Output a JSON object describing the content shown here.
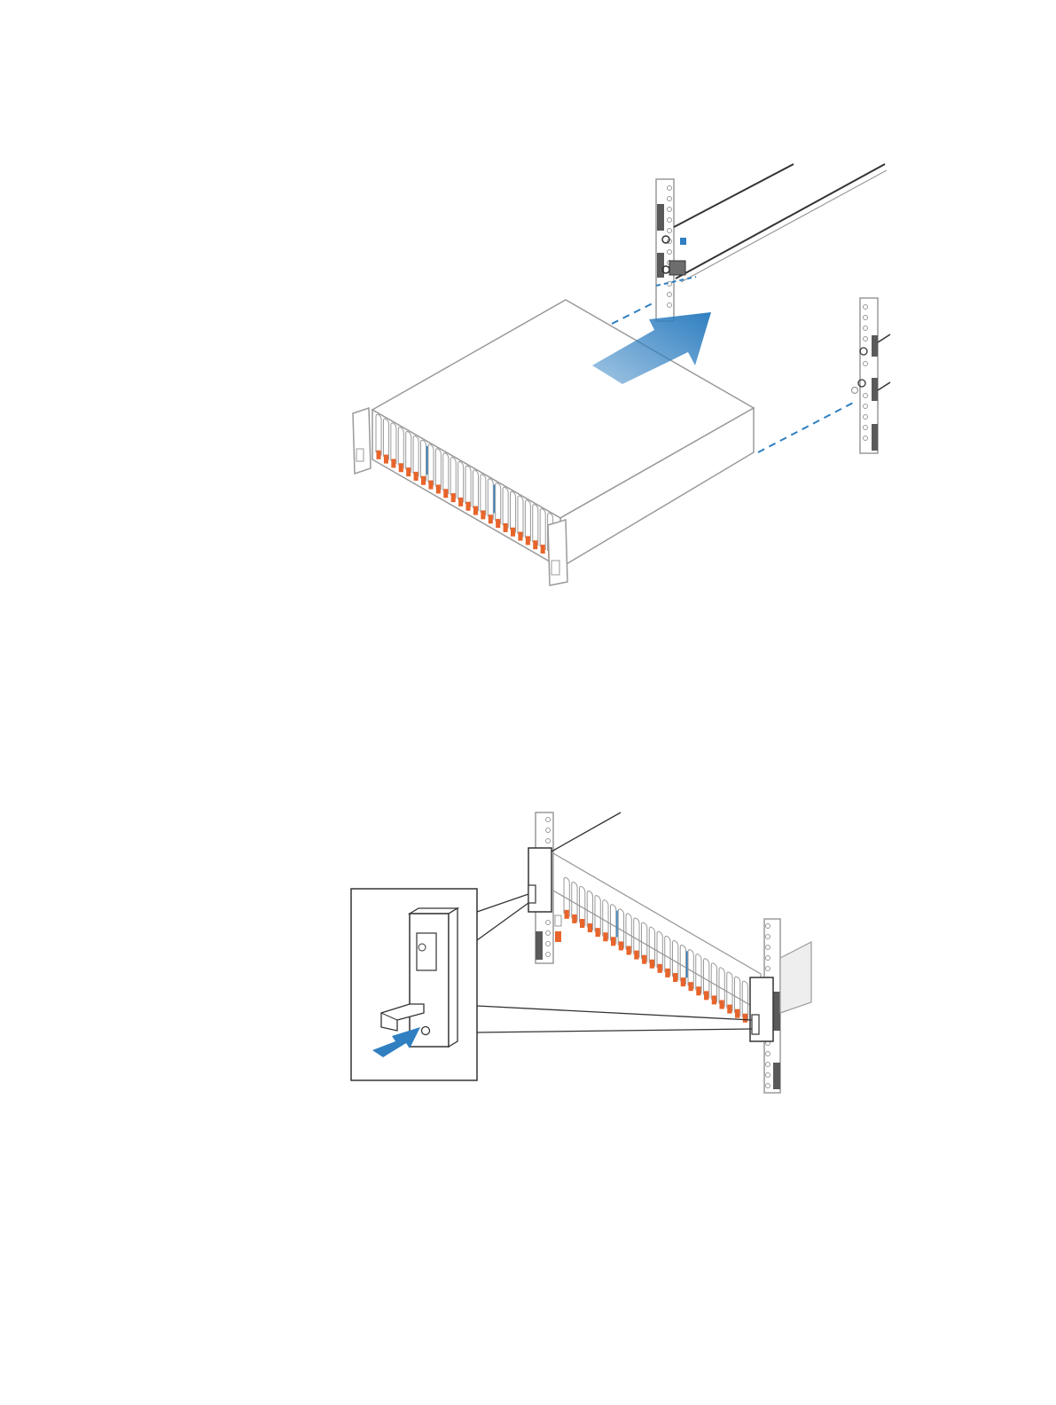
{
  "page": {
    "background": "#ffffff"
  },
  "colors": {
    "outline": "#9a9a9a",
    "line_dark": "#333333",
    "drive_orange": "#e8642a",
    "accent_blue": "#2f7fc1",
    "arrow_blue": "#2f7fc1",
    "rail_gray": "#5a5a5a"
  },
  "figures": [
    {
      "id": "slide-enclosure-into-rack",
      "elements": [
        "storage-enclosure",
        "rack-rails",
        "direction-arrow",
        "alignment-guides"
      ]
    },
    {
      "id": "secure-enclosure-ear",
      "elements": [
        "mounted-enclosure",
        "rack-posts",
        "detail-callout",
        "push-arrow"
      ]
    }
  ],
  "enclosure": {
    "drive_bays": 24
  }
}
